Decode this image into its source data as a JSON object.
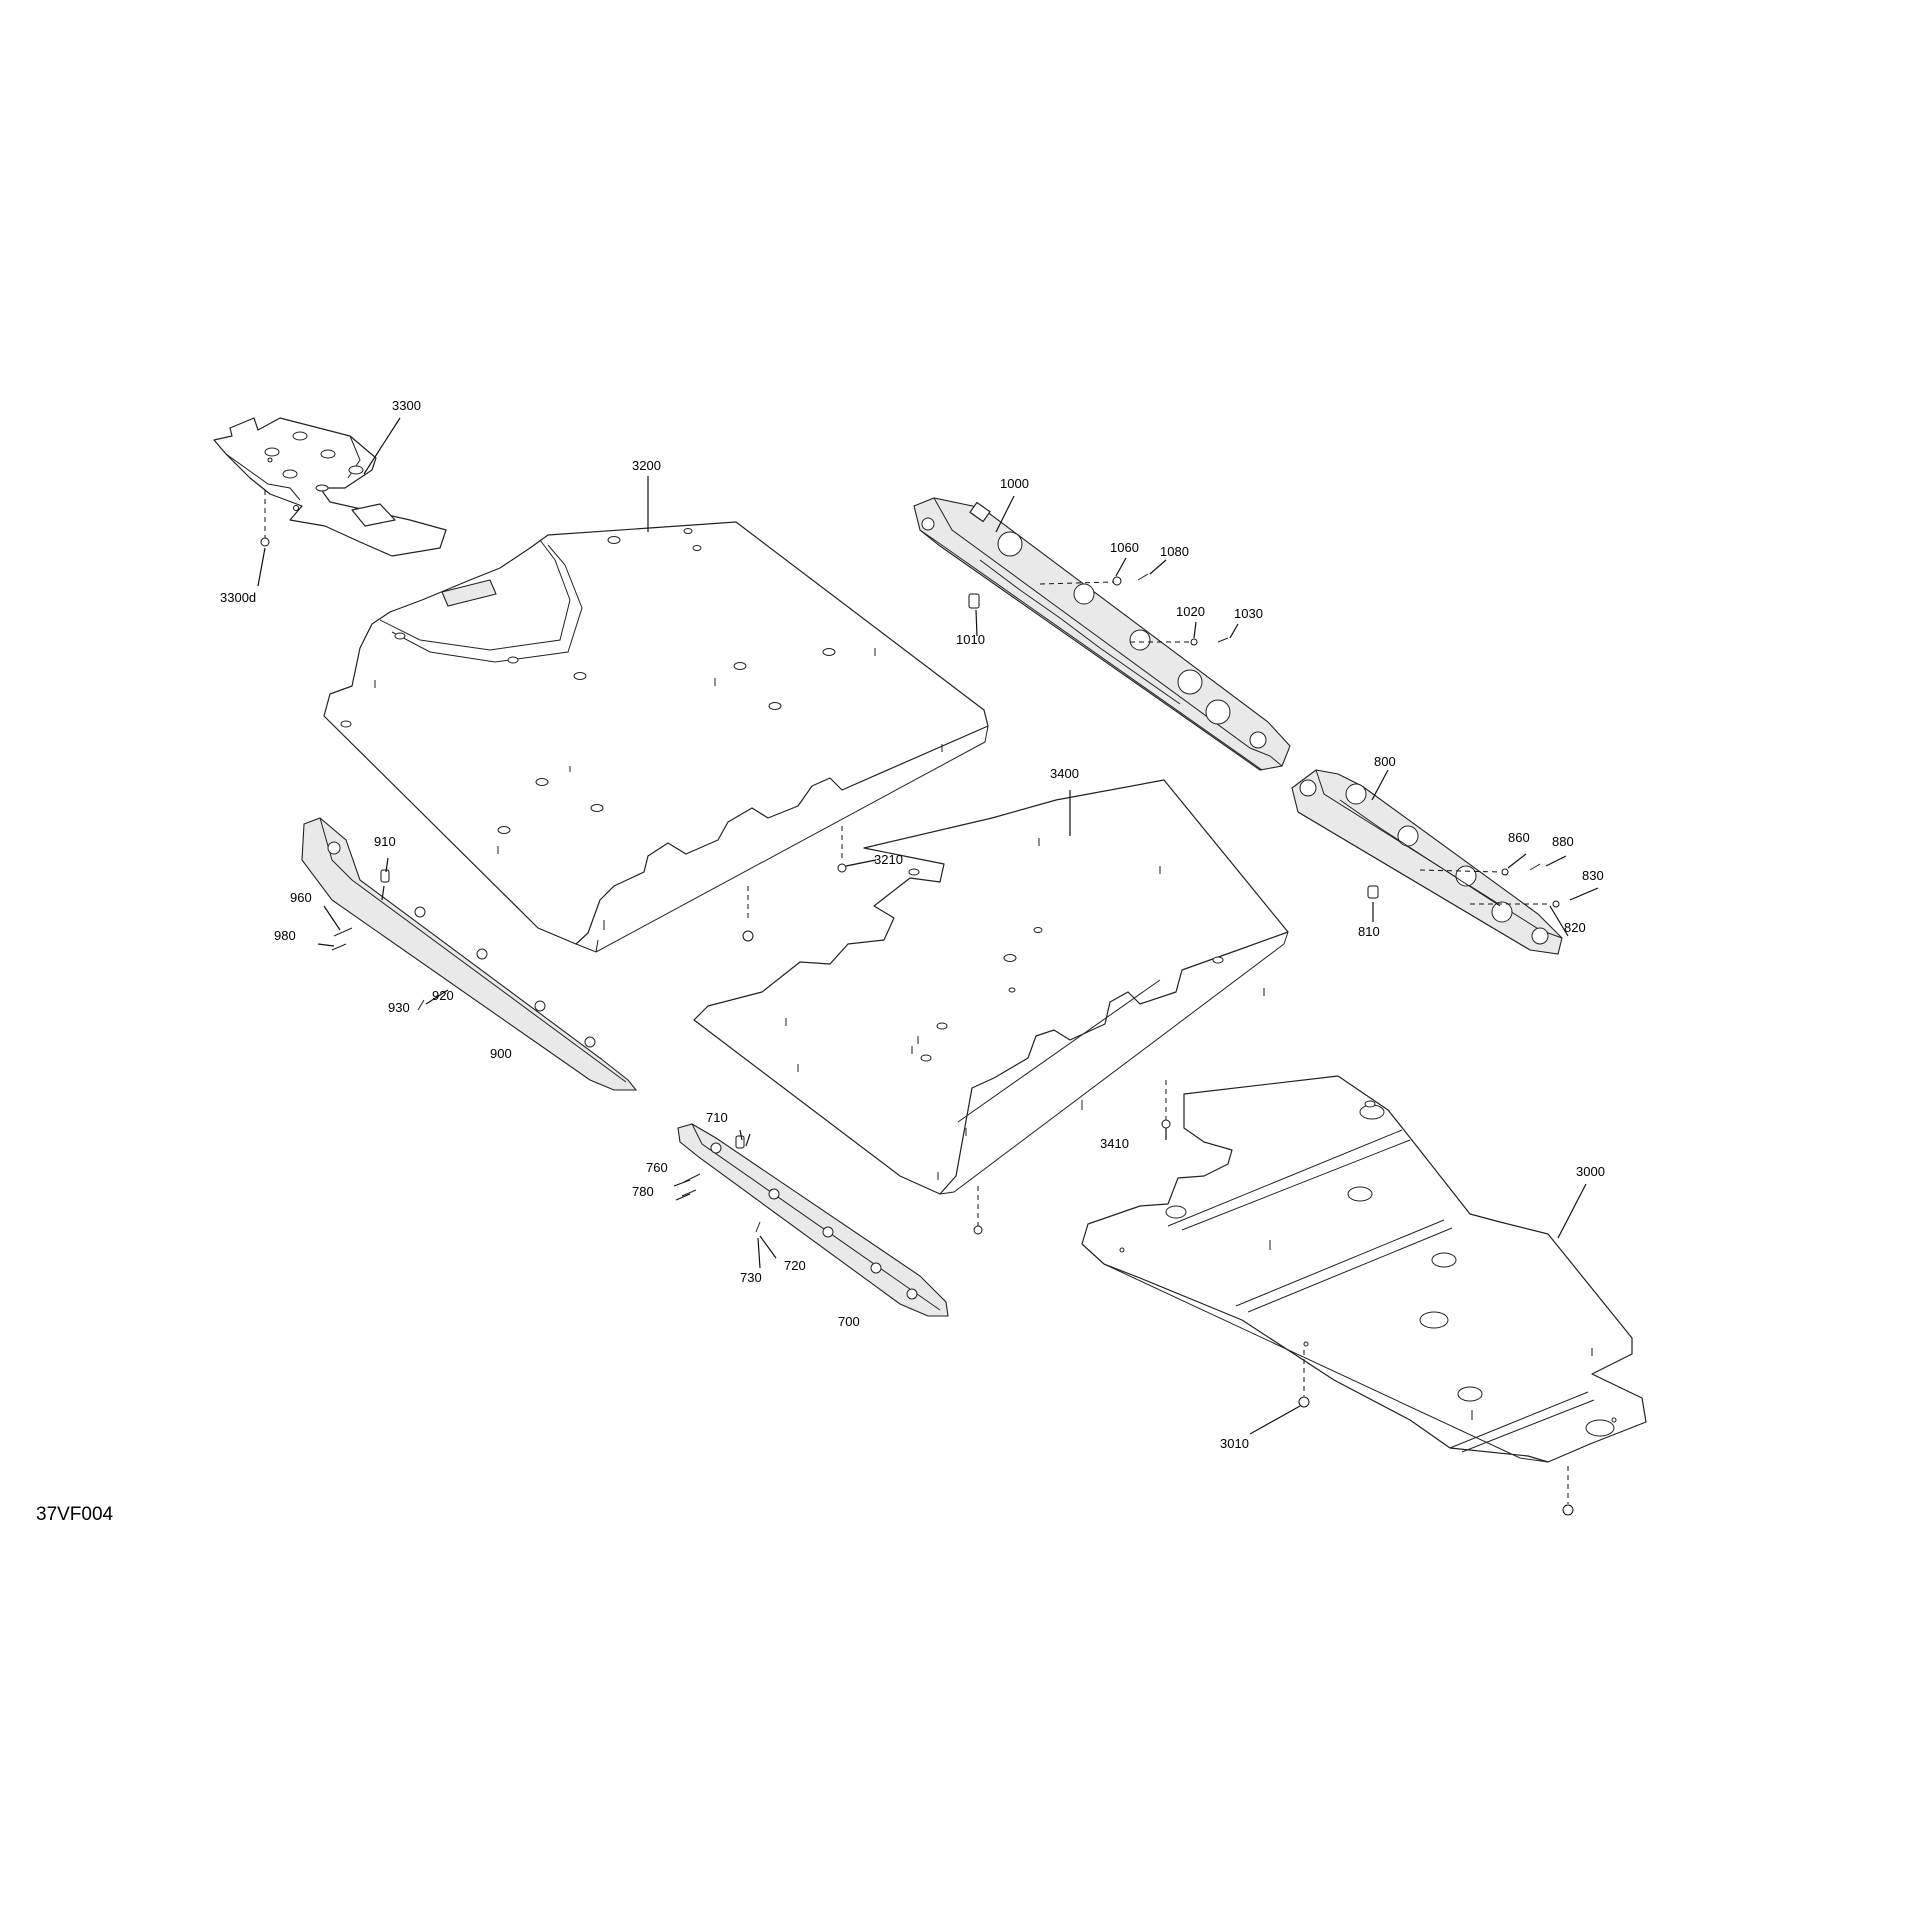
{
  "drawing_ref": "37VF004",
  "callouts": {
    "c3300": "3300",
    "c3300d": "3300d",
    "c3200": "3200",
    "c3210": "3210",
    "c1000": "1000",
    "c1060": "1060",
    "c1080": "1080",
    "c1010": "1010",
    "c1020": "1020",
    "c1030": "1030",
    "c800": "800",
    "c860": "860",
    "c880": "880",
    "c830": "830",
    "c810": "810",
    "c820": "820",
    "c3400": "3400",
    "c3410": "3410",
    "c910": "910",
    "c960": "960",
    "c980": "980",
    "c930": "930",
    "c920": "920",
    "c900": "900",
    "c710": "710",
    "c760": "760",
    "c780": "780",
    "c730": "730",
    "c720": "720",
    "c700": "700",
    "c3000": "3000",
    "c3010": "3010"
  }
}
